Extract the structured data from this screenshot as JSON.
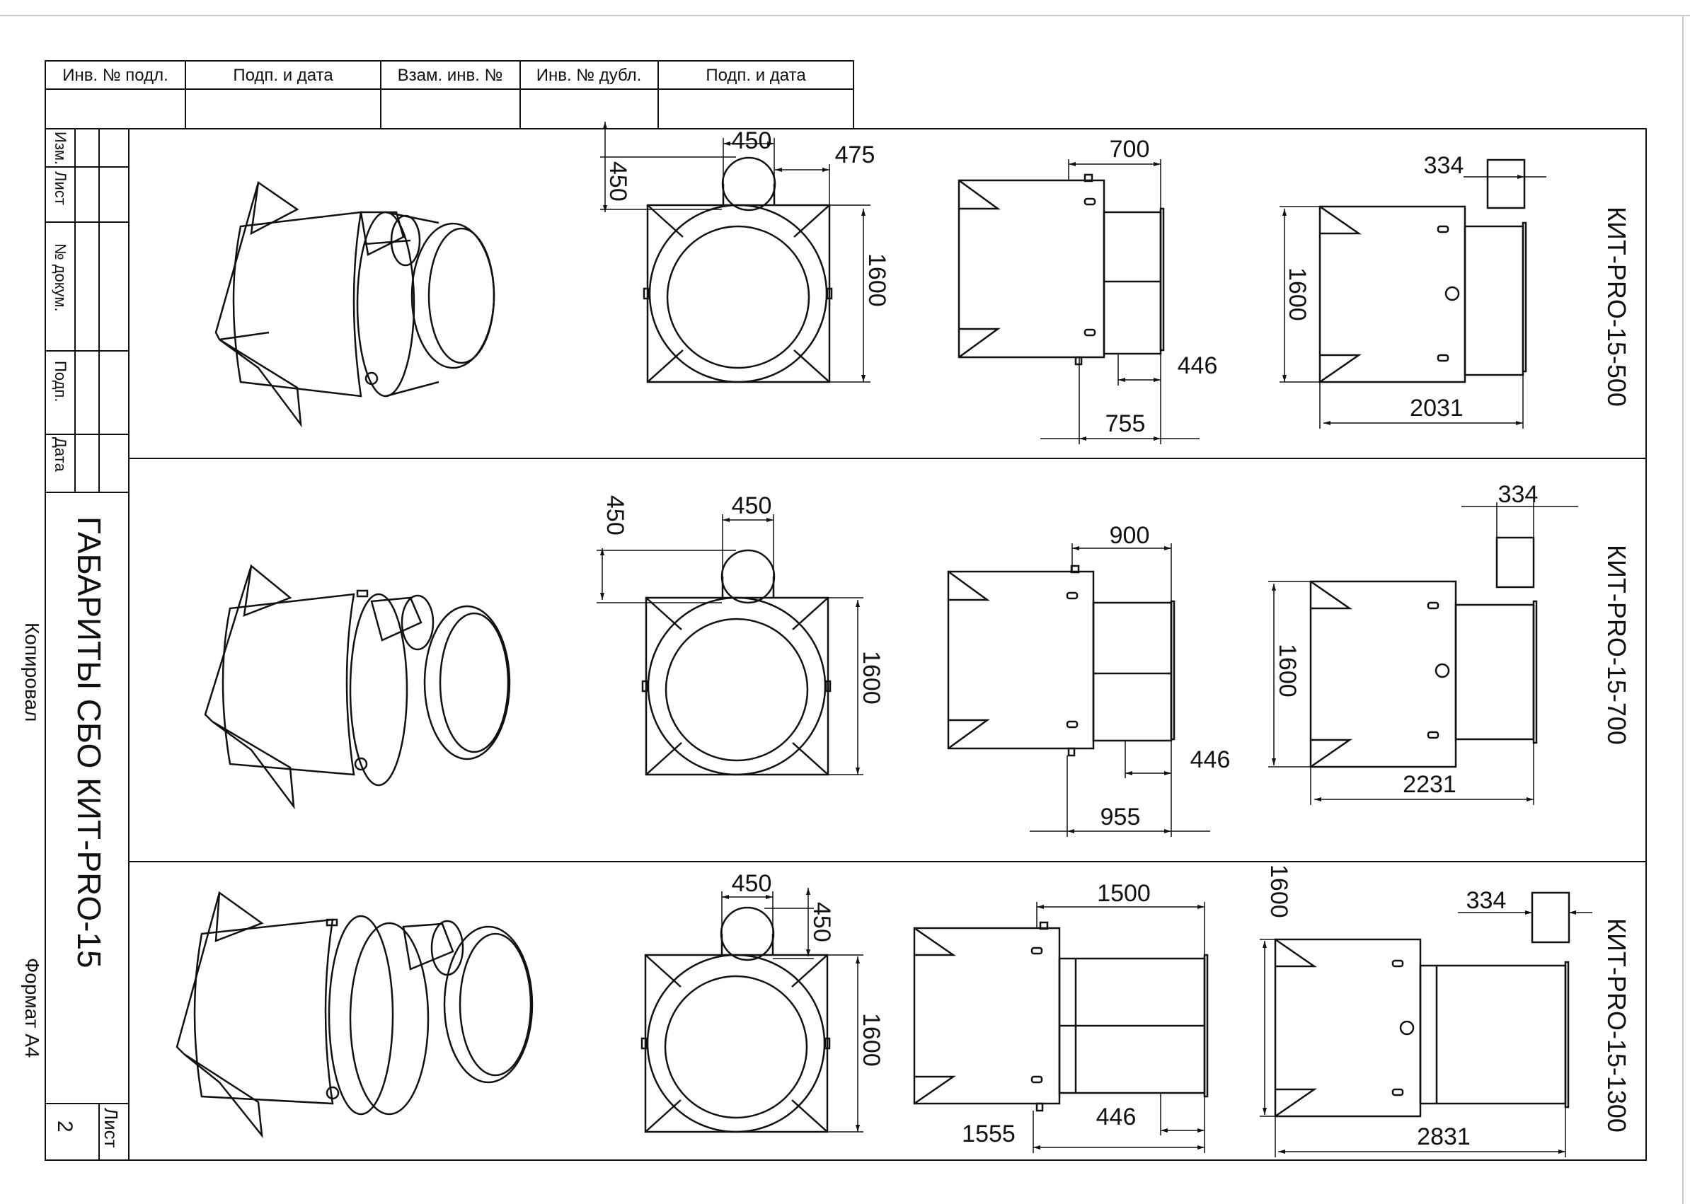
{
  "stamp_header": {
    "cols": [
      "Инв. № подл.",
      "Подп. и дата",
      "Взам. инв. №",
      "Инв. № дубл.",
      "Подп. и дата"
    ]
  },
  "side_block": {
    "rows": [
      "Изм.",
      "Лист",
      "№ докум.",
      "Подп.",
      "Дата"
    ]
  },
  "sheet_title": "ГАБАРИТЫ СБО КИТ-PRO-15",
  "sheet_number": "2",
  "sheet_label": "Лист",
  "footer": {
    "copied": "Копировал",
    "format": "Формат А4"
  },
  "rows": [
    {
      "model": "КИТ-PRO-15-500",
      "front": {
        "d_top_w": "450",
        "d_top_h": "450",
        "d_offset": "475",
        "d_height": "1600"
      },
      "side": {
        "d_top": "700",
        "d_small": "446",
        "d_bottom": "755"
      },
      "rear": {
        "d_small": "334",
        "d_height": "1600",
        "d_total": "2031"
      }
    },
    {
      "model": "КИТ-PRO-15-700",
      "front": {
        "d_top_w": "450",
        "d_top_h": "450",
        "d_height": "1600"
      },
      "side": {
        "d_top": "900",
        "d_small": "446",
        "d_bottom": "955"
      },
      "rear": {
        "d_small": "334",
        "d_height": "1600",
        "d_total": "2231"
      }
    },
    {
      "model": "КИТ-PRO-15-1300",
      "front": {
        "d_top_w": "450",
        "d_top_h": "450",
        "d_height": "1600"
      },
      "side": {
        "d_top": "1500",
        "d_small": "446",
        "d_bottom": "1555"
      },
      "rear": {
        "d_small": "334",
        "d_height": "1600",
        "d_total": "2831"
      }
    }
  ]
}
